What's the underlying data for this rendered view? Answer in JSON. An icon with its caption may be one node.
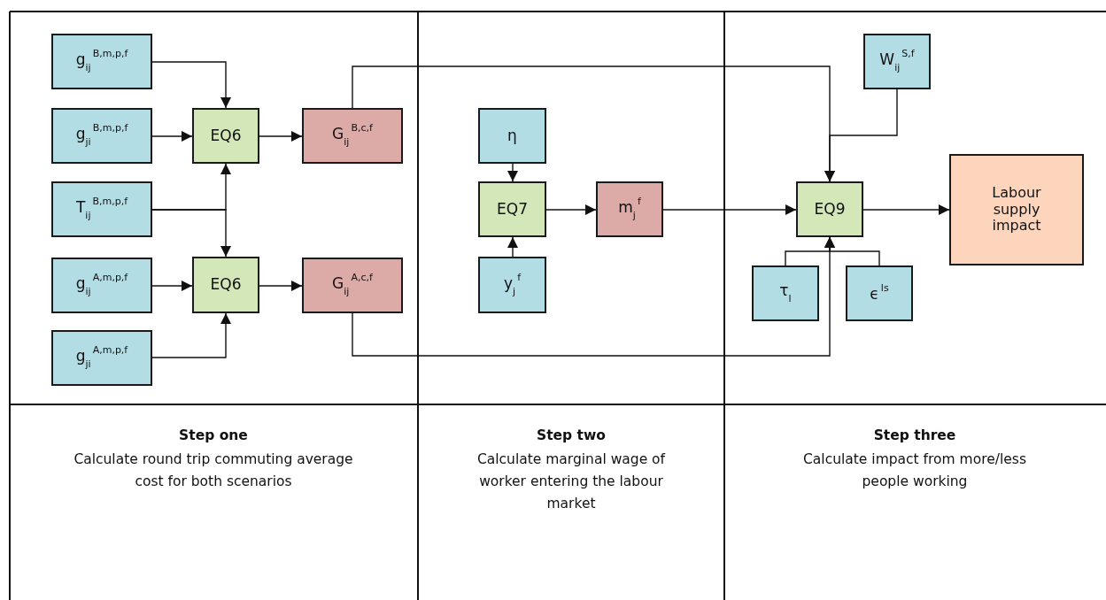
{
  "diagram": {
    "nodes": [
      {
        "text": [
          "g$_{ij}$$^{B,m,p,f}$"
        ]
      },
      {
        "text": [
          "g$_{ji}$$^{B,m,p,f}$"
        ]
      },
      {
        "text": [
          "T$_{ij}$$^{B,m,p,f}$"
        ]
      },
      {
        "text": [
          "g$_{ij}$$^{A,m,p,f}$"
        ]
      },
      {
        "text": [
          "g$_{ji}$$^{A,m,p,f}$"
        ]
      },
      {
        "text": [
          "EQ6"
        ]
      },
      {
        "text": [
          "EQ6"
        ]
      },
      {
        "text": [
          "G$_{ij}$$^{B,c,f}$"
        ]
      },
      {
        "text": [
          "G$_{ij}$$^{A,c,f}$"
        ]
      },
      {
        "text": [
          "η"
        ]
      },
      {
        "text": [
          "EQ7"
        ]
      },
      {
        "text": [
          "y$_{j}$$^{f}$"
        ]
      },
      {
        "text": [
          "m$_{j}$$^{f}$"
        ]
      },
      {
        "text": [
          "W$_{ij}$$^{S,f}$"
        ]
      },
      {
        "text": [
          "EQ9"
        ]
      },
      {
        "text": [
          "Labour supply impact"
        ]
      },
      {
        "text": [
          "τ$_{l}$"
        ]
      },
      {
        "text": [
          "ϵ$^{ls}$"
        ]
      }
    ],
    "edges": [
      {
        "from": 0,
        "to": 5,
        "arrow": "to"
      },
      {
        "from": 1,
        "to": 5,
        "arrow": "to"
      },
      {
        "from": 2,
        "to": 5,
        "arrow": "to"
      },
      {
        "from": 2,
        "to": 6,
        "arrow": "to"
      },
      {
        "from": 3,
        "to": 6,
        "arrow": "to"
      },
      {
        "from": 4,
        "to": 6,
        "arrow": "to"
      },
      {
        "from": 5,
        "to": 7,
        "arrow": "to"
      },
      {
        "from": 6,
        "to": 8,
        "arrow": "to"
      },
      {
        "from": 7,
        "to": 14,
        "arrow": "to"
      },
      {
        "from": 13,
        "to": 14,
        "arrow": "to"
      },
      {
        "from": 9,
        "to": 10,
        "arrow": "to"
      },
      {
        "from": 11,
        "to": 10,
        "arrow": "to"
      },
      {
        "from": 10,
        "to": 12,
        "arrow": "to"
      },
      {
        "from": 12,
        "to": 14,
        "arrow": "to"
      },
      {
        "from": 8,
        "to": 14,
        "arrow": "to"
      },
      {
        "from": 16,
        "to": 14,
        "arrow": "to"
      },
      {
        "from": 17,
        "to": 14,
        "arrow": "to"
      },
      {
        "from": 14,
        "to": 15,
        "arrow": "to"
      }
    ],
    "labels": [
      "Step one",
      "Calculate round trip commuting average cost for both scenarios",
      "Step two",
      "Calculate marginal wage of worker entering the labour market",
      "Step three",
      "Calculate impact from more/less people working"
    ]
  }
}
